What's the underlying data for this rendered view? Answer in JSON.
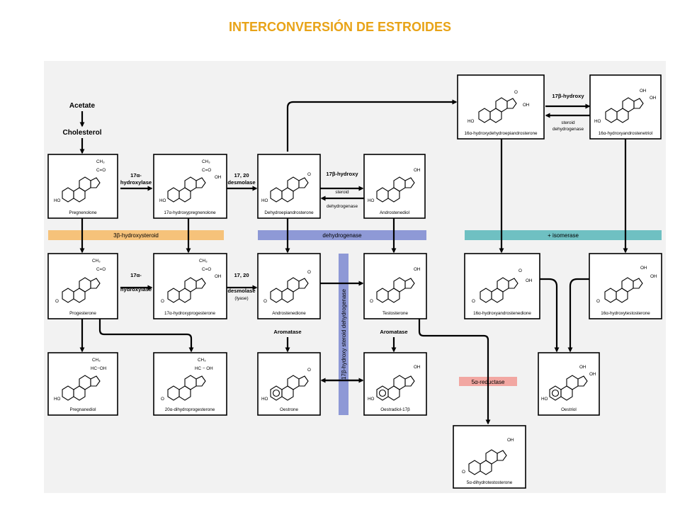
{
  "title": "INTERCONVERSIÓN DE ESTROIDES",
  "start": {
    "acetate": "Acetate",
    "cholesterol": "Cholesterol"
  },
  "bands": {
    "hsd": "3β-hydroxysteroid",
    "dehydrogenase": "dehydrogenase",
    "isomerase": "+ isomerase",
    "vertical_17b": "17β-hydroxy steroid dehydrogenase",
    "reductase": "5α-reductase"
  },
  "reactions": {
    "hydroxylase_17a_top": [
      "17α-",
      "hydroxylase"
    ],
    "desmolase_top": [
      "17, 20",
      "desmolase"
    ],
    "dehydrogenase_17b_top": [
      "17β-hydroxy",
      "steroid",
      "dehydrogenase"
    ],
    "dehydrogenase_17b_right": [
      "17β-hydroxy",
      "steroid",
      "dehydrogenase"
    ],
    "hydroxylase_17a_mid": [
      "17α-",
      "hydroxylase"
    ],
    "desmolase_mid": [
      "17, 20",
      "desmolase",
      "(lyase)"
    ],
    "aromatase_left": "Aromatase",
    "aromatase_right": "Aromatase"
  },
  "compounds": {
    "pregnenolone": {
      "name": "Pregnenolone",
      "groups": [
        "CH₃",
        "C=O",
        "HO"
      ]
    },
    "hydroxypregnenolone": {
      "name": "17α-hydroxypregnenolone",
      "groups": [
        "CH₃",
        "C=O",
        "OH",
        "HO"
      ]
    },
    "dhea": {
      "name": "Dehydroepiandrosterone",
      "groups": [
        "O",
        "HO"
      ]
    },
    "androstenediol": {
      "name": "Androstenediol",
      "groups": [
        "OH",
        "HO"
      ]
    },
    "hydroxy_dhea_16a": {
      "name": "16α-hydroxydehydroepiandrosterone",
      "groups": [
        "O",
        "OH",
        "HO"
      ]
    },
    "hydroxyandrostenetriol": {
      "name": "16α-hydroxyandrostenetriol",
      "groups": [
        "OH",
        "OH",
        "HO"
      ]
    },
    "progesterone": {
      "name": "Progesterone",
      "groups": [
        "CH₃",
        "C=O",
        "O"
      ]
    },
    "hydroxyprogesterone": {
      "name": "17α-hydroxyprogesterone",
      "groups": [
        "CH₃",
        "C=O",
        "OH",
        "O"
      ]
    },
    "androstenedione": {
      "name": "Androstenedione",
      "groups": [
        "O",
        "O"
      ]
    },
    "testosterone": {
      "name": "Testosterone",
      "groups": [
        "OH",
        "O"
      ]
    },
    "hydroxyandrostenedione": {
      "name": "16α-hydroxyandrostenedione",
      "groups": [
        "O",
        "OH",
        "O"
      ]
    },
    "hydroxytestosterone": {
      "name": "16α-hydroxytestosterone",
      "groups": [
        "OH",
        "OH",
        "O"
      ]
    },
    "pregnanediol": {
      "name": "Pregnanediol",
      "groups": [
        "CH₃",
        "HC−OH",
        "HO"
      ]
    },
    "dihydroprogesterone": {
      "name": "20α-dihydroprogesterone",
      "groups": [
        "CH₃",
        "HC − OH",
        "O"
      ]
    },
    "estrone": {
      "name": "Oestrone",
      "groups": [
        "O",
        "HO"
      ]
    },
    "estradiol": {
      "name": "Oestradiol-17β",
      "groups": [
        "OH",
        "HO"
      ]
    },
    "estriol": {
      "name": "Oestriol",
      "groups": [
        "OH",
        "OH",
        "HO"
      ]
    },
    "dht": {
      "name": "5α-dihydrotestosterone",
      "groups": [
        "OH",
        "O"
      ]
    }
  },
  "colors": {
    "title": "#e8a317",
    "hsd_band": "#f6c27a",
    "dehydrogenase_band": "#8e99d6",
    "isomerase_band": "#6fc0c2",
    "vertical_band": "#8e99d6",
    "reductase_band": "#f2a7a2"
  }
}
